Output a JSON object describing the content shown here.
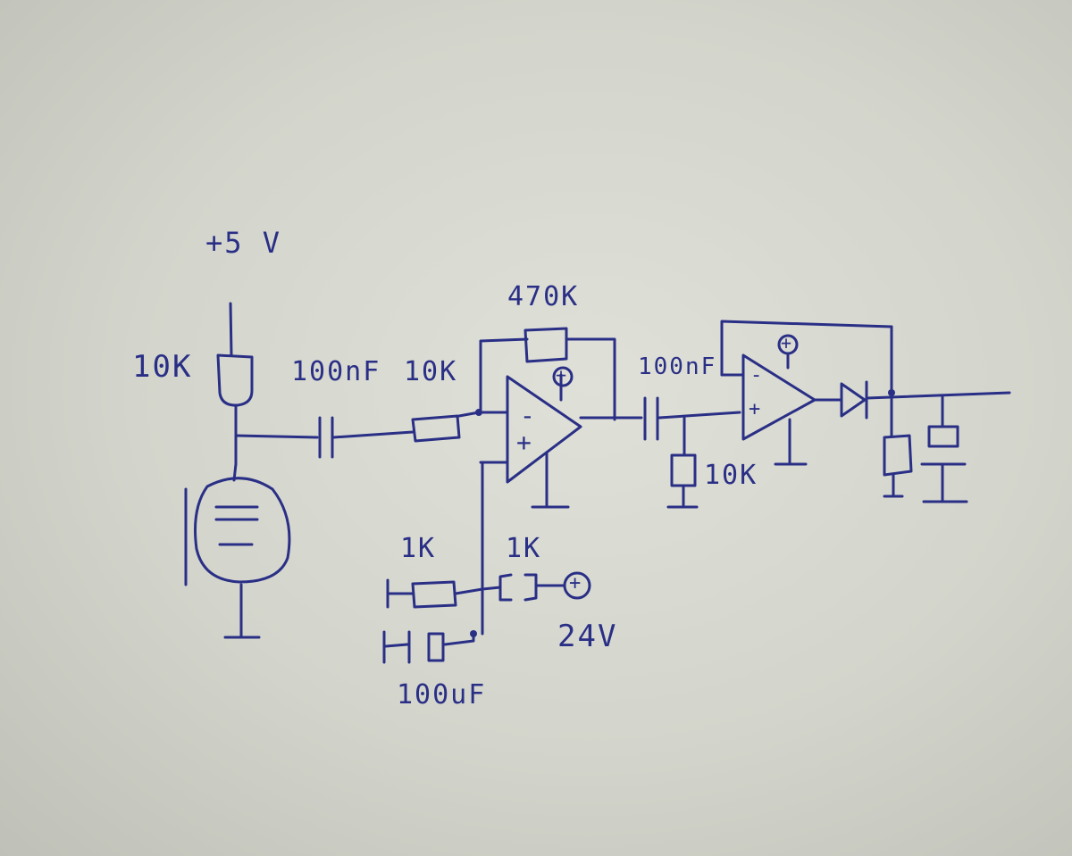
{
  "labels": {
    "supply_5v": "+5 V",
    "r_top": "10K",
    "c_input": "100nF",
    "r_input": "10K",
    "r_feedback": "470K",
    "c_coupling": "100nF",
    "r_bias": "10K",
    "r_div_left": "1K",
    "r_div_right": "1K",
    "supply_24v": "24V",
    "c_decoupling": "100uF"
  },
  "opamp_signs": {
    "u1_inv": "-",
    "u1_noninv": "+",
    "u2_inv": "-",
    "u2_noninv": "+",
    "plus": "+"
  },
  "colors": {
    "ink": "#2a2f86",
    "paper": "#d8d9d1"
  }
}
